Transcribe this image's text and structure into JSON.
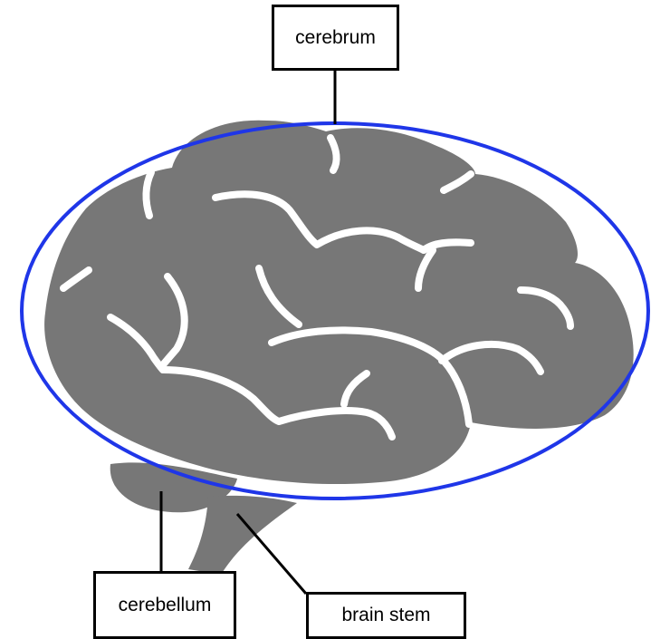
{
  "labels": {
    "cerebrum": "cerebrum",
    "cerebellum": "cerebellum",
    "brain_stem": "brain stem"
  },
  "colors": {
    "brain": "#777777",
    "sulci": "#ffffff",
    "highlight_ellipse": "#1f36e8",
    "leader_lines": "#000000",
    "background": "#ffffff"
  }
}
